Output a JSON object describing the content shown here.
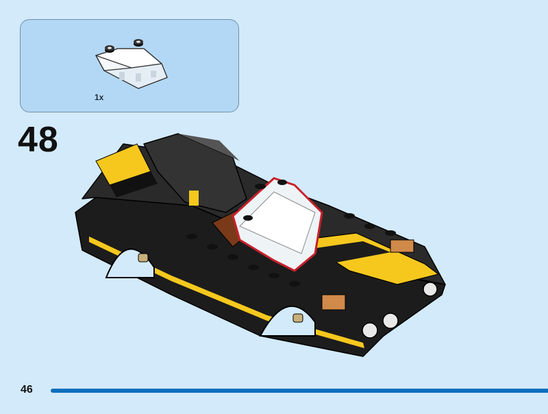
{
  "parts_callout": {
    "part_quantity": "1x",
    "part_icon": "transparent-windscreen-piece"
  },
  "step": {
    "number": "48"
  },
  "model": {
    "icon": "black-yellow-race-car-build"
  },
  "footer": {
    "page_number": "46"
  },
  "colors": {
    "background": "#d3eafb",
    "callout_fill": "#b3d8f5",
    "progress_bar": "#0d6fbd",
    "highlight_outline": "#c8202a"
  }
}
